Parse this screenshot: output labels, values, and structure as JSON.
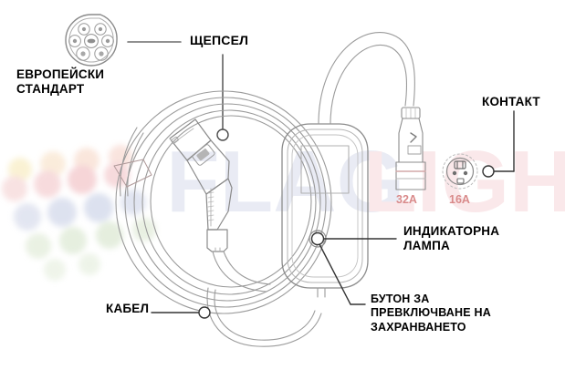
{
  "diagram": {
    "title": "EV portable charger parts diagram",
    "language": "bg",
    "background_color": "#ffffff",
    "line_color": "#6e6e6e",
    "text_color": "#000000"
  },
  "labels": {
    "european_standard": "ЕВРОПЕЙСКИ\nСТАНДАРТ",
    "plug": "ЩЕПСЕЛ",
    "socket": "КОНТАКТ",
    "indicator_lamp": "ИНДИКАТОРНА\nЛАМПА",
    "cable": "КАБЕЛ",
    "power_switch_button": "БУТОН ЗА\nПРЕВКЛЮЧВАНЕ НА\nЗАХРАНВАНЕТО"
  },
  "ratings": {
    "plug_32a": "32A",
    "socket_16a": "16A",
    "color": "#d98a8a"
  },
  "watermark": {
    "text_part_1": "FLAG",
    "text_part_2": "LIGHT",
    "color_1": "#c9cfe2",
    "color_2": "#f2c9cd",
    "dot_colors": [
      "#f7e9b8",
      "#f6d9c2",
      "#f3c7c7",
      "#efb9bd",
      "#cdd3e8",
      "#c6cde6",
      "#d4e2c8",
      "#cde0c6"
    ]
  },
  "components": {
    "type2_connector": {
      "name": "Type 2 Mennekes connector face",
      "pin_count": 7
    },
    "control_box": {
      "name": "In-cable control box",
      "has_display": true,
      "has_button": true
    },
    "schuko_socket": {
      "name": "Schuko wall socket outline"
    },
    "mains_plug": {
      "name": "Mains plug 32A"
    }
  }
}
